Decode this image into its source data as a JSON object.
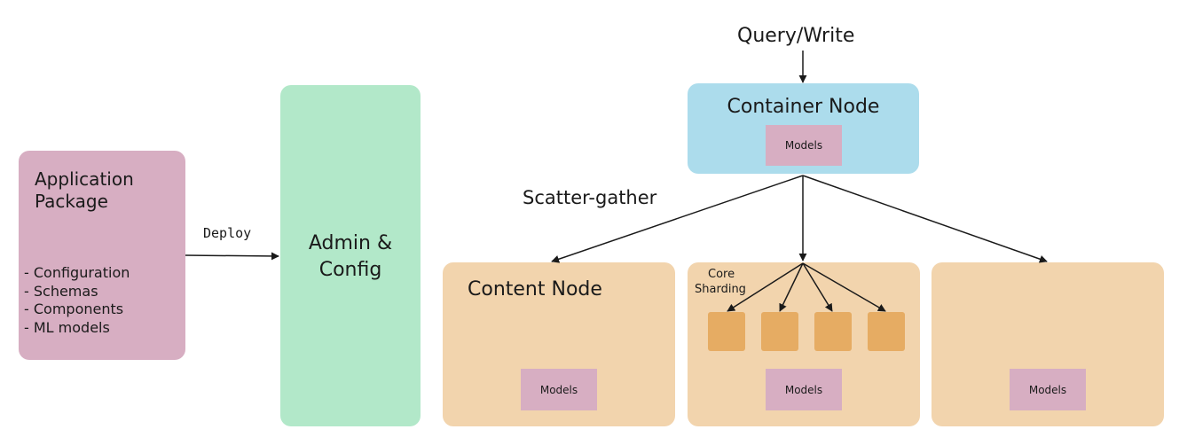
{
  "colors": {
    "application_package": "#d7aec2",
    "admin_config": "#b2e8c9",
    "container_node": "#acdcec",
    "content_node": "#f2d4ad",
    "models": "#d7aec2",
    "shard": "#e6ac63",
    "arrow": "#1a1a1a"
  },
  "application_package": {
    "title_line1": "Application",
    "title_line2": "Package",
    "items": [
      "- Configuration",
      "- Schemas",
      "- Components",
      "- ML models"
    ]
  },
  "deploy_label": "Deploy",
  "admin_config": {
    "line1": "Admin &",
    "line2": "Config"
  },
  "query_write_label": "Query/Write",
  "container_node": {
    "title": "Container Node",
    "models_label": "Models"
  },
  "scatter_gather_label": "Scatter-gather",
  "content_nodes": [
    {
      "title": "Content Node",
      "models_label": "Models"
    },
    {
      "title": "",
      "models_label": "Models",
      "core_sharding_line1": "Core",
      "core_sharding_line2": "Sharding"
    },
    {
      "title": "",
      "models_label": "Models"
    }
  ]
}
